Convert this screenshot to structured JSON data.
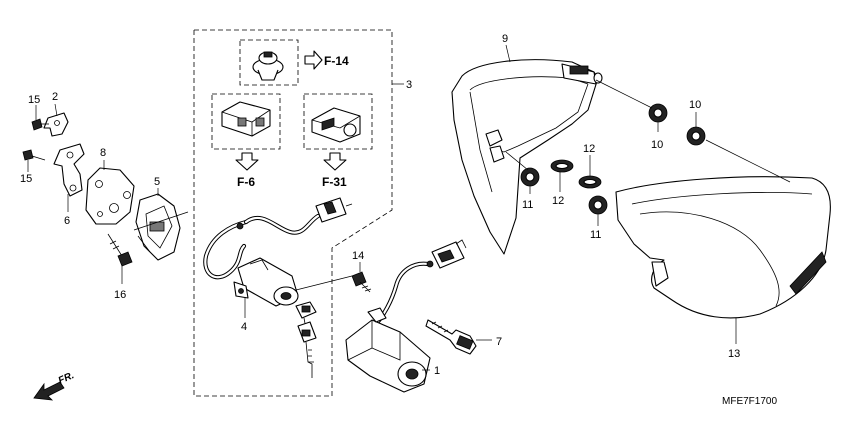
{
  "callouts": {
    "c15a": "15",
    "c2": "2",
    "c15b": "15",
    "c8": "8",
    "c6": "6",
    "c5": "5",
    "c16": "16",
    "c3": "3",
    "c4": "4",
    "c14": "14",
    "c1": "1",
    "c7": "7",
    "c9": "9",
    "c10a": "10",
    "c10b": "10",
    "c11a": "11",
    "c12a": "12",
    "c12b": "12",
    "c11b": "11",
    "c13": "13"
  },
  "refs": {
    "f14": "F-14",
    "f6": "F-6",
    "f31": "F-31"
  },
  "direction_label": "FR.",
  "diagram_code": "MFE7F1700"
}
